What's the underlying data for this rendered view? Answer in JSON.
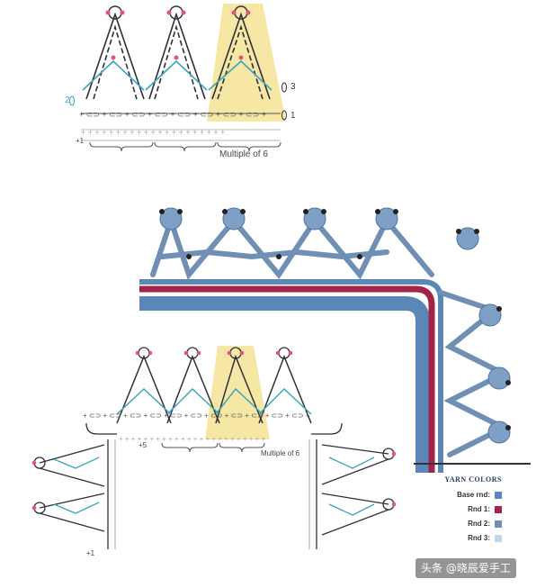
{
  "top_chart": {
    "multiple_label": "Multiple of 6",
    "plus_label": "+1",
    "row_labels": {
      "left_2": "2",
      "right_3": "3",
      "right_1": "1"
    }
  },
  "bottom_chart": {
    "multiple_label": "Multiple of 6",
    "plus_label": "+5",
    "plus_label_2": "+1"
  },
  "legend": {
    "title": "YARN COLORS",
    "items": [
      {
        "label": "Base rnd:",
        "color": "#5b87b8"
      },
      {
        "label": "Rnd 1:",
        "color": "#a3234a"
      },
      {
        "label": "Rnd 2:",
        "color": "#6f8fb5"
      },
      {
        "label": "Rnd 3:",
        "color": "#c4d5e8"
      }
    ]
  },
  "watermark": "头条 @晓辰爱手工",
  "colors": {
    "chart_dark": "#2f2f3a",
    "chart_teal": "#3aa7b8",
    "chart_pink": "#e0567a",
    "highlight": "#f6e7a5",
    "yarn_blue": "#5b87b8",
    "yarn_red": "#a3234a"
  }
}
